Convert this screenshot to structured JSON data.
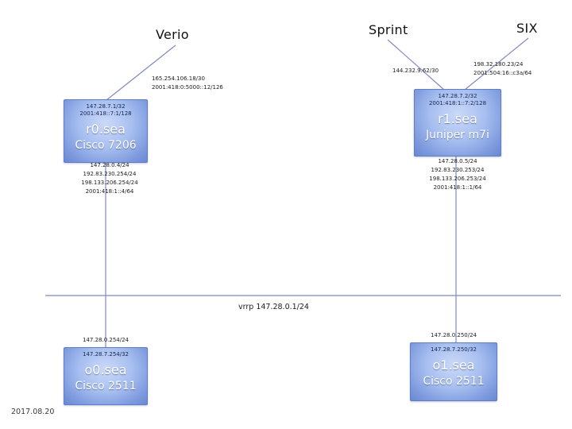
{
  "meta": {
    "date": "2017.08.20"
  },
  "upstreams": {
    "verio": {
      "label": "Verio",
      "addrs": [
        "165.254.106.18/30",
        "2001:418:0:5000::12/126"
      ]
    },
    "sprint": {
      "label": "Sprint",
      "addrs": [
        "144.232.9.62/30"
      ]
    },
    "six": {
      "label": "SIX",
      "addrs": [
        "198.32.180.23/24",
        "2001:504:16::c3a/64"
      ]
    }
  },
  "lan": {
    "vrrp_label": "vrrp 147.28.0.1/24"
  },
  "nodes": {
    "r0": {
      "name": "r0.sea",
      "model": "Cisco 7206",
      "loopbacks": [
        "147.28.7.1/32",
        "2001:418::7:1/128"
      ],
      "lan_addrs": [
        "147.28.0.4/24",
        "192.83.230.254/24",
        "198.133.206.254/24",
        "2001:418:1::4/64"
      ]
    },
    "r1": {
      "name": "r1.sea",
      "model": "Juniper m7i",
      "loopbacks": [
        "147.28.7.2/32",
        "2001:418:1::7:2/128"
      ],
      "lan_addrs": [
        "147.28.0.5/24",
        "192.83.230.253/24",
        "198.133.206.253/24",
        "2001:418:1::1/64"
      ]
    },
    "o0": {
      "name": "o0.sea",
      "model": "Cisco 2511",
      "lan_addr": "147.28.0.254/24",
      "loopback": "147.28.7.254/32"
    },
    "o1": {
      "name": "o1.sea",
      "model": "Cisco 2511",
      "lan_addr": "147.28.0.250/24",
      "loopback": "147.28.7.250/32"
    }
  },
  "colors": {
    "wire": "#7e8ac1",
    "node_light": "#cbd9f8",
    "node_dark": "#6a88d3"
  }
}
